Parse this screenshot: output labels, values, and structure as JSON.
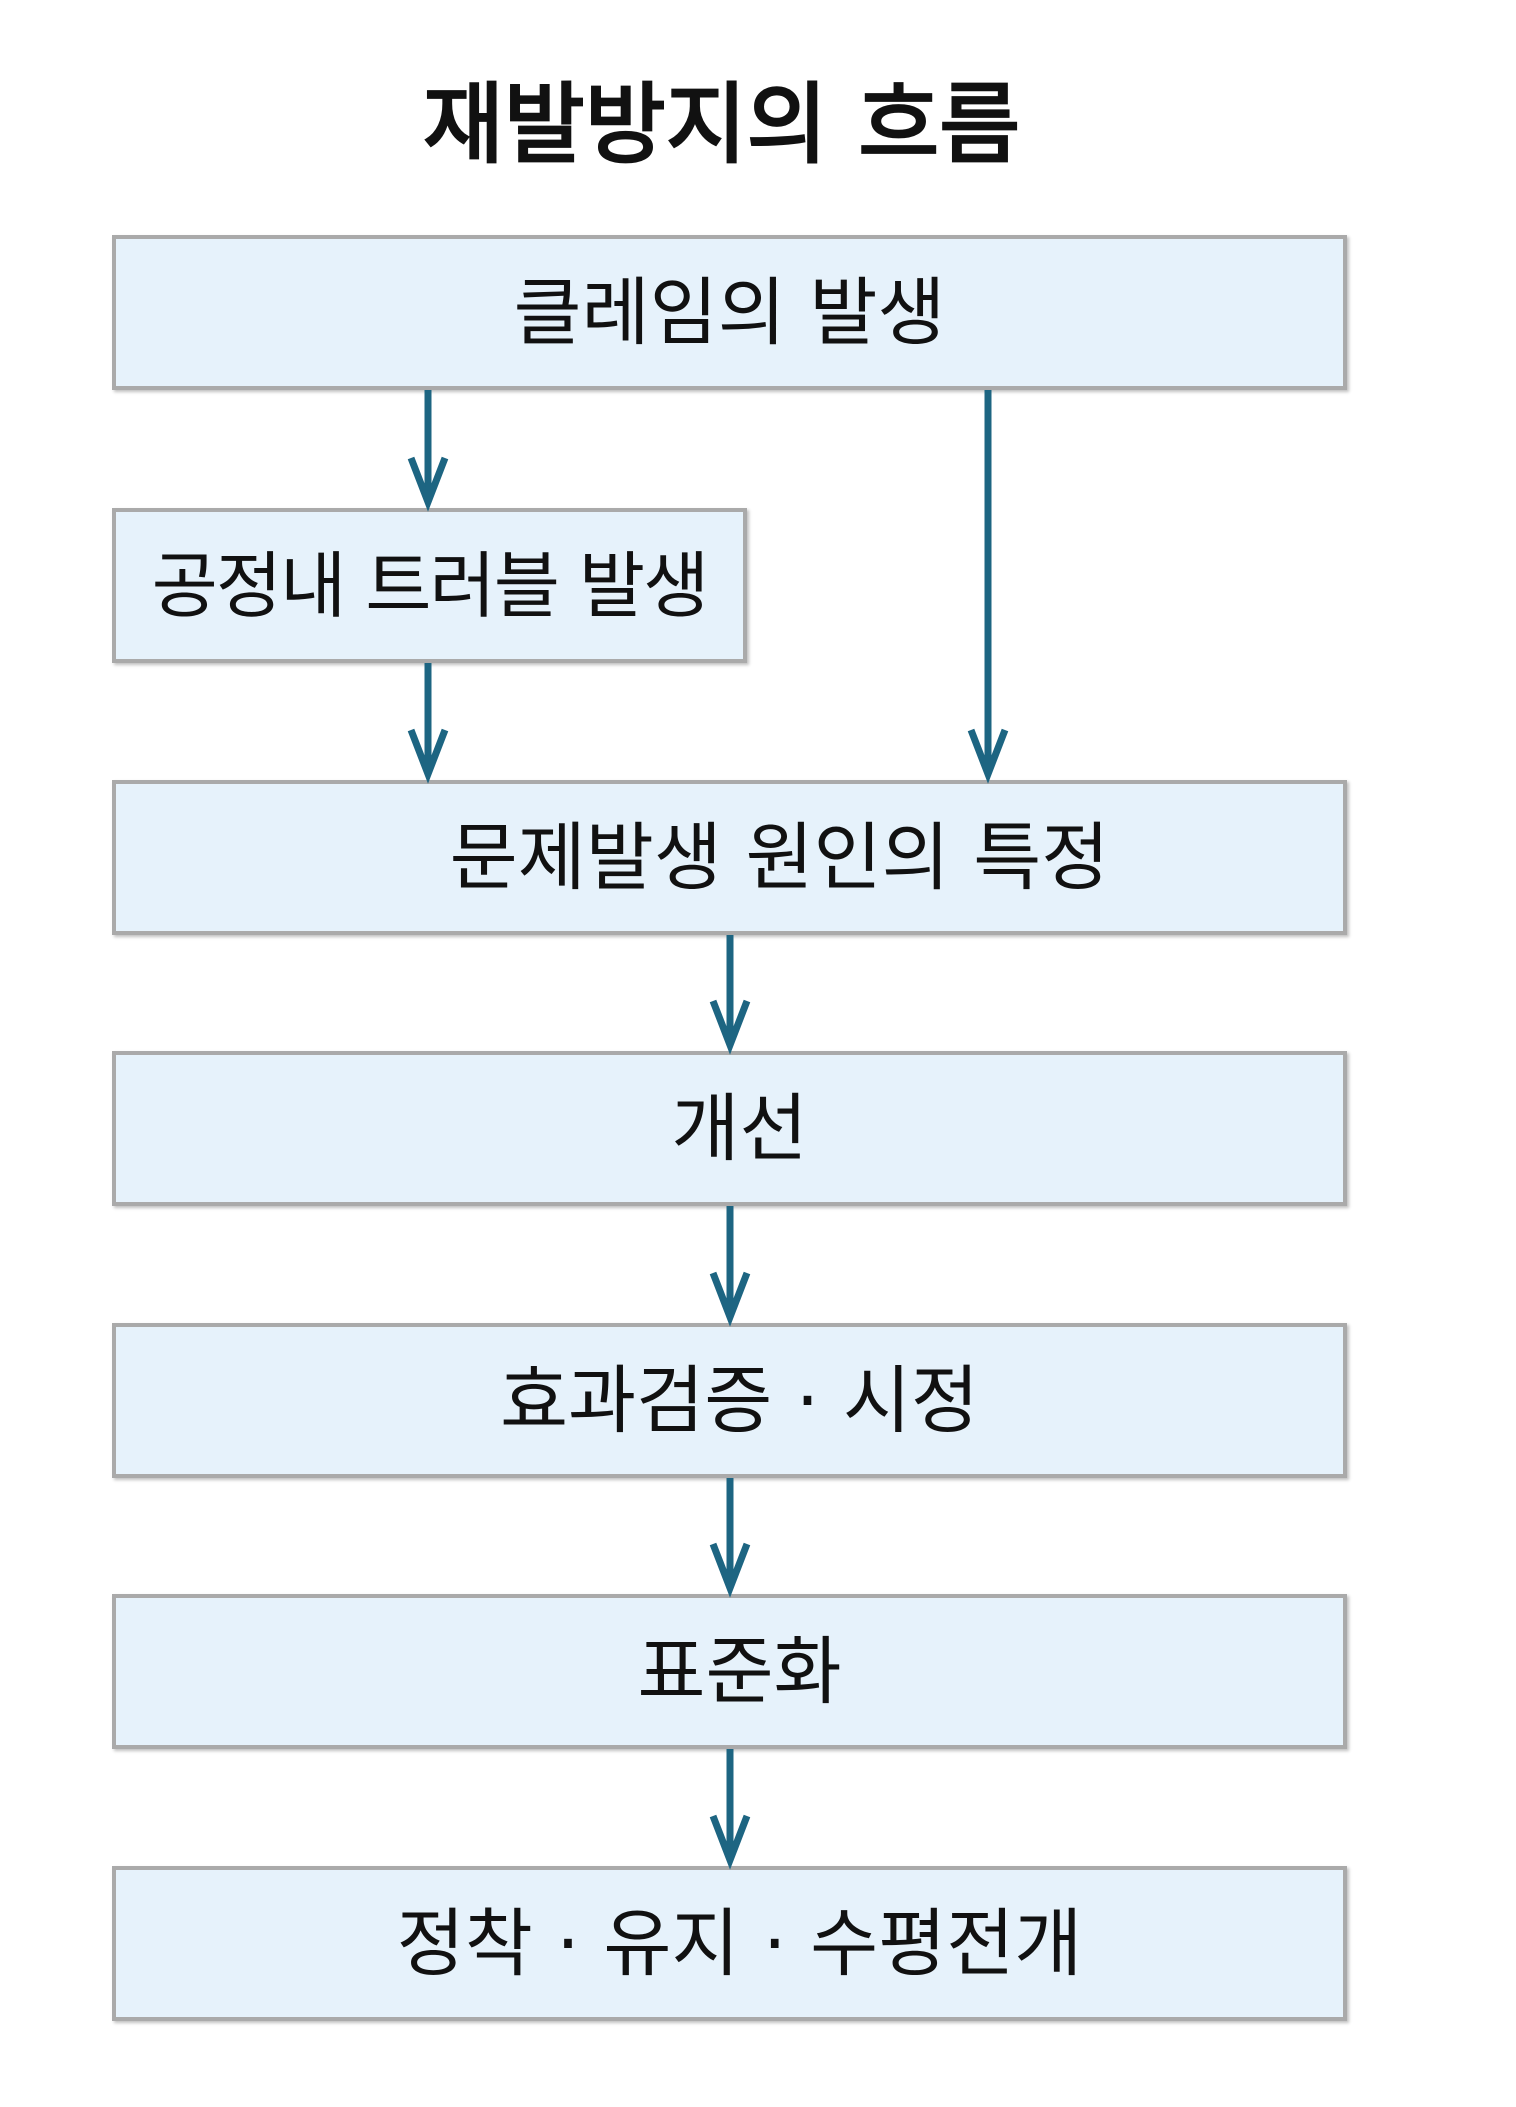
{
  "title": "재발방지의 흐름",
  "steps": [
    {
      "label": "클레임의 발생"
    },
    {
      "label": "공정내 트러블 발생"
    },
    {
      "label": "문제발생 원인의 특정"
    },
    {
      "label": "개선"
    },
    {
      "label": "효과검증 · 시정"
    },
    {
      "label": "표준화"
    },
    {
      "label": "정착 · 유지 · 수평전개"
    }
  ],
  "colors": {
    "box_fill": "#e6f2fb",
    "box_border": "#aaaaaa",
    "arrow": "#1d6582",
    "text": "#111111"
  }
}
